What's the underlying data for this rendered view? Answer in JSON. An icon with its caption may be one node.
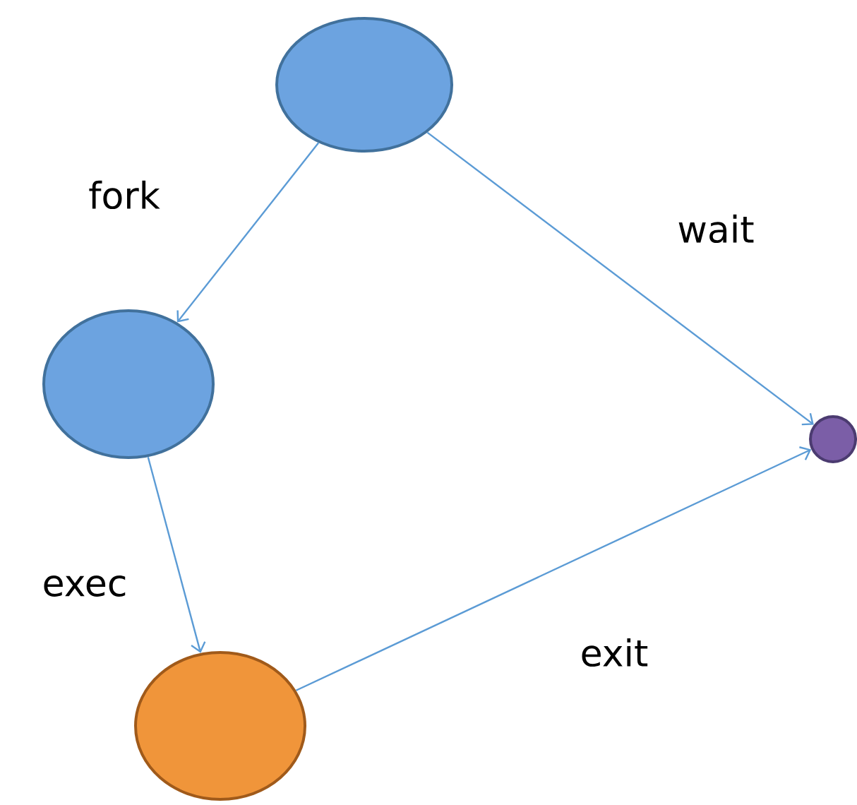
{
  "diagram": {
    "nodes": [
      {
        "text": [],
        "shape": "circle"
      },
      {
        "text": [],
        "shape": "circle"
      },
      {
        "text": [],
        "shape": "circle"
      },
      {
        "text": [],
        "shape": "circle"
      }
    ],
    "edges": [
      {
        "from": 0,
        "to": 1,
        "arrow": "to",
        "label": "fork"
      },
      {
        "from": 0,
        "to": 3,
        "arrow": "to",
        "label": "wait"
      },
      {
        "from": 1,
        "to": 2,
        "arrow": "to",
        "label": "exec"
      },
      {
        "from": 2,
        "to": 3,
        "arrow": "to",
        "label": "exit"
      }
    ]
  }
}
